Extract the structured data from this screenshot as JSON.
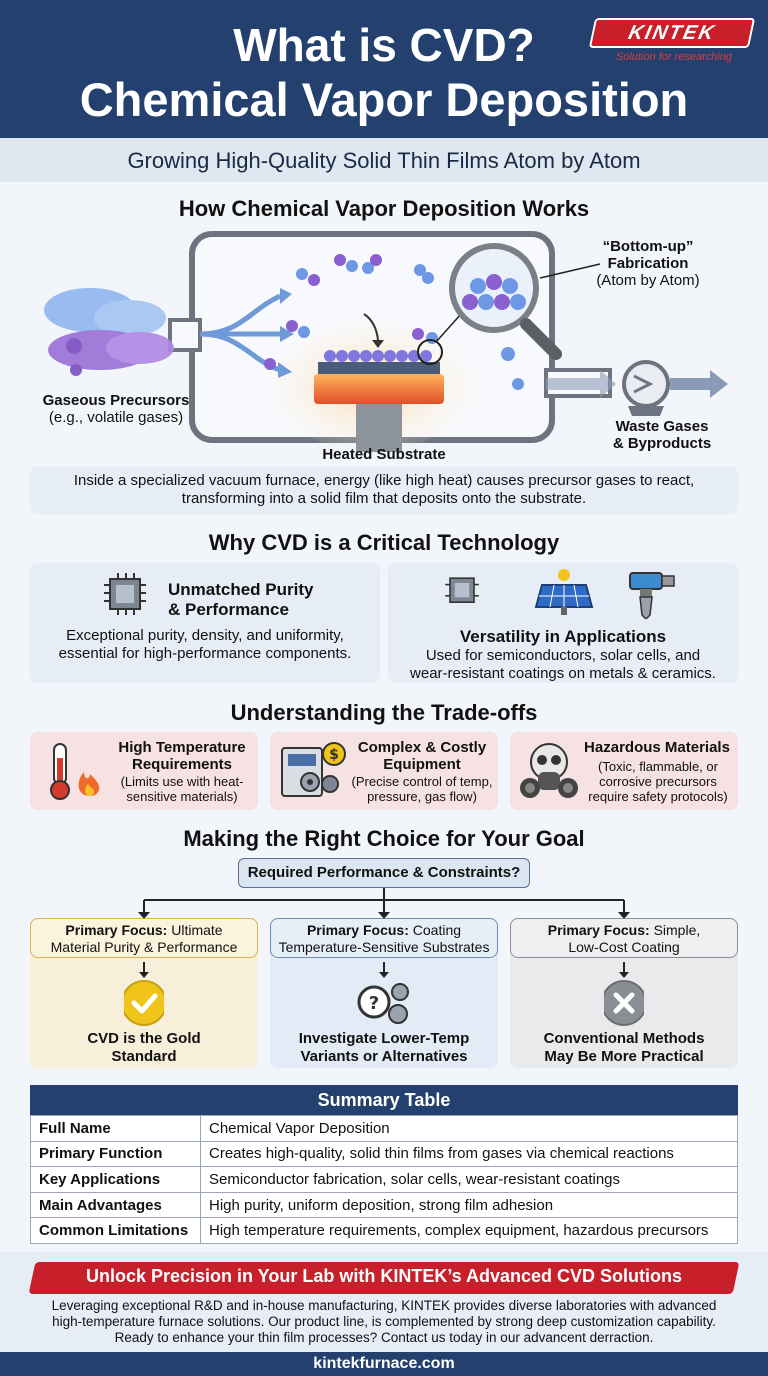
{
  "header": {
    "title_line1": "What is CVD?",
    "title_line2": "Chemical Vapor Deposition",
    "logo_text": "KINTEK",
    "logo_tagline": "Solution for researching",
    "subtitle": "Growing High-Quality Solid Thin Films Atom by Atom"
  },
  "how": {
    "title": "How Chemical Vapor Deposition Works",
    "label_precursors": "Gaseous Precursors",
    "label_precursors_sub": "(e.g., volatile gases)",
    "label_bottomup_1": "“Bottom-up”",
    "label_bottomup_2": "Fabrication",
    "label_bottomup_3": "(Atom by Atom)",
    "label_substrate": "Heated Substrate",
    "label_waste_1": "Waste Gases",
    "label_waste_2": "& Byproducts",
    "description_1": "Inside a specialized vacuum furnace, energy (like high heat) causes precursor gases to react,",
    "description_2": "transforming into a solid film that deposits onto the substrate."
  },
  "why": {
    "title": "Why CVD is a Critical Technology",
    "card1_title_1": "Unmatched Purity",
    "card1_title_2": "& Performance",
    "card1_text_1": "Exceptional purity, density, and uniformity,",
    "card1_text_2": "essential for high-performance components.",
    "card2_title": "Versatility in Applications",
    "card2_text_1": "Used for semiconductors, solar cells, and",
    "card2_text_2": "wear-resistant coatings on metals & ceramics."
  },
  "tradeoffs": {
    "title": "Understanding the Trade-offs",
    "items": [
      {
        "title_1": "High Temperature",
        "title_2": "Requirements",
        "text_1": "(Limits use with heat-",
        "text_2": "sensitive materials)",
        "text_3": ""
      },
      {
        "title_1": "Complex & Costly",
        "title_2": "Equipment",
        "text_1": "(Precise control of temp,",
        "text_2": "pressure, gas flow)",
        "text_3": ""
      },
      {
        "title_1": "Hazardous Materials",
        "title_2": "",
        "text_1": "(Toxic, flammable, or",
        "text_2": "corrosive precursors",
        "text_3": "require safety protocols)"
      }
    ]
  },
  "choice": {
    "title": "Making the Right Choice for Your Goal",
    "question": "Required Performance & Constraints?",
    "focus_label": "Primary Focus:",
    "cols": [
      {
        "focus_1": "Ultimate",
        "focus_2": "Material Purity & Performance",
        "result_1": "CVD is the Gold",
        "result_2": "Standard"
      },
      {
        "focus_1": "Coating",
        "focus_2": "Temperature-Sensitive Substrates",
        "result_1": "Investigate Lower-Temp",
        "result_2": "Variants or Alternatives"
      },
      {
        "focus_1": "Simple,",
        "focus_2": "Low-Cost Coating",
        "result_1": "Conventional Methods",
        "result_2": "May Be More Practical"
      }
    ]
  },
  "summary": {
    "title": "Summary Table",
    "rows": [
      {
        "key": "Full Name",
        "value": "Chemical Vapor Deposition"
      },
      {
        "key": "Primary Function",
        "value": "Creates high-quality, solid thin films from gases via chemical reactions"
      },
      {
        "key": "Key Applications",
        "value": "Semiconductor fabrication, solar cells, wear-resistant coatings"
      },
      {
        "key": "Main Advantages",
        "value": "High purity, uniform deposition, strong film adhesion"
      },
      {
        "key": "Common Limitations",
        "value": "High temperature requirements, complex equipment, hazardous precursors"
      }
    ]
  },
  "cta": {
    "banner": "Unlock Precision in Your Lab with KINTEK’s Advanced CVD Solutions",
    "body_1": "Leveraging exceptional R&D and in-house manufacturing, KINTEK provides diverse laboratories with advanced",
    "body_2": "high-temperature furnace solutions. Our product line, is complemented by strong deep customization capability.",
    "body_3": "Ready to enhance your thin film processes? Contact us today in our advancent derraction."
  },
  "footer": {
    "url": "kintekfurnace.com"
  },
  "colors": {
    "navy": "#23406f",
    "red": "#c8202a",
    "light_blue": "#e6edf6",
    "pink": "#f6e2e2",
    "gold": "#f0c419"
  }
}
